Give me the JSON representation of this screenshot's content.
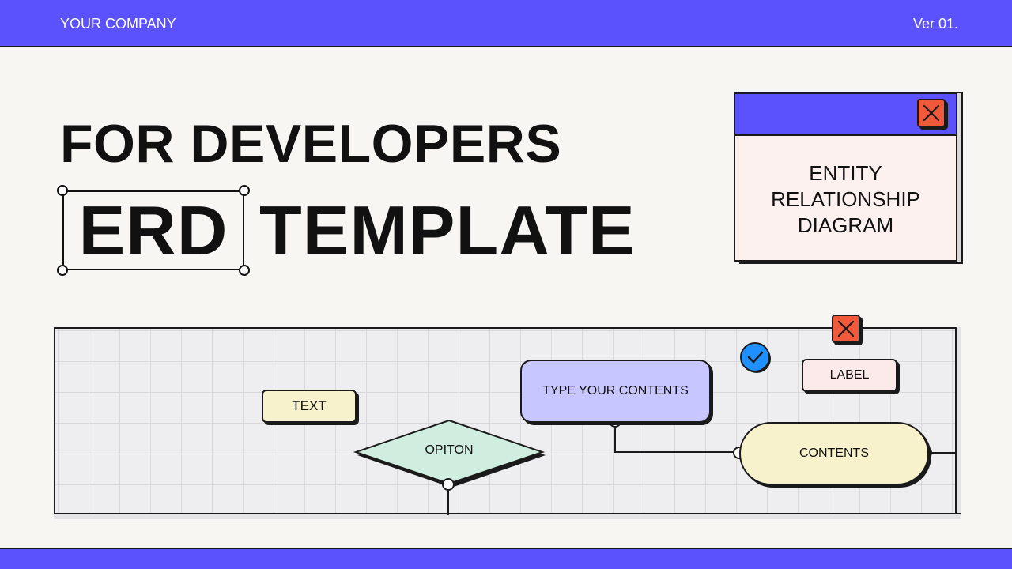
{
  "header": {
    "brand": "YOUR COMPANY",
    "version": "Ver 01."
  },
  "title": {
    "line1": "FOR DEVELOPERS",
    "highlight": "ERD",
    "line2": "TEMPLATE"
  },
  "window": {
    "text_lines": [
      "ENTITY",
      "RELATIONSHIP",
      "DIAGRAM"
    ]
  },
  "diagram": {
    "nodes": {
      "text": "TEXT",
      "option": "OPITON",
      "type_contents": "TYPE YOUR CONTENTS",
      "label": "LABEL",
      "contents": "CONTENTS"
    }
  },
  "colors": {
    "accent": "#5b52fe",
    "background": "#f8f6f3",
    "close_button": "#f05a3a",
    "check": "#1e90ff",
    "yellow_node": "#f7f1cc",
    "purple_node": "#c8c6ff",
    "green_node": "#cfeee0",
    "pink_node": "#fceaea"
  },
  "icons": [
    "close-icon",
    "checkmark-icon"
  ]
}
